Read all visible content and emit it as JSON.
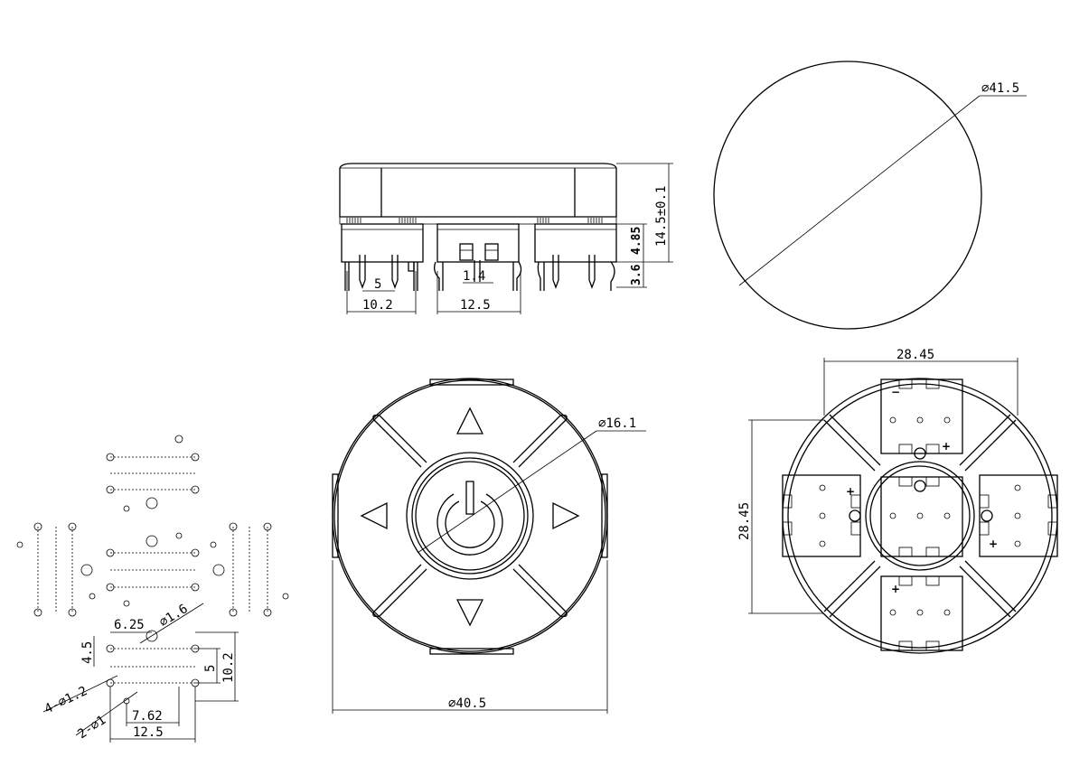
{
  "side_view": {
    "dim_pin_pitch_left": "5",
    "dim_width_left": "10.2",
    "dim_pin_center": "1.4",
    "dim_width_center": "12.5",
    "dim_total_height": "14.5±0.1",
    "dim_upper": "4.85",
    "dim_lower": "3.6"
  },
  "cap_view": {
    "dim_diameter": "⌀41.5"
  },
  "top_view": {
    "dim_center_button": "⌀16.1",
    "dim_outer": "⌀40.5"
  },
  "pcb_view": {
    "dim_width": "28.45",
    "dim_height": "28.45",
    "polarity_plus": "+",
    "polarity_minus": "−"
  },
  "footprint": {
    "dim_6_25": "6.25",
    "dim_hole_1_6": "⌀1.6",
    "dim_4_5": "4.5",
    "dim_5": "5",
    "dim_10_2": "10.2",
    "dim_holes_4": "4-⌀1.2",
    "dim_holes_2": "2-⌀1",
    "dim_7_62": "7.62",
    "dim_12_5": "12.5"
  }
}
